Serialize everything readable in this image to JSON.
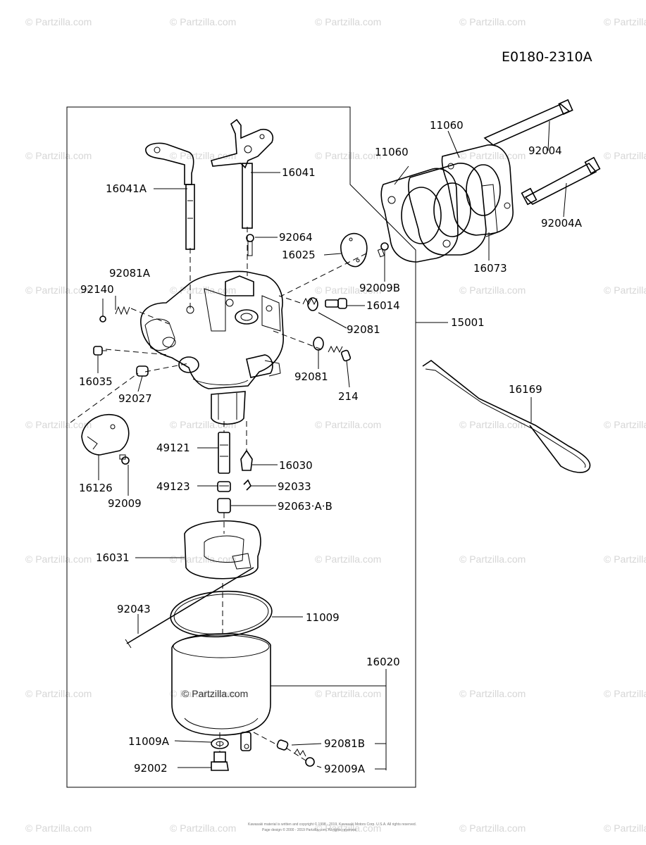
{
  "diagram_code": "E0180-2310A",
  "watermark_text": "© Partzilla.com",
  "center_watermark": "© Partzilla.com",
  "copyright_line1": "Kawasaki material is written and copyright © 1998 - 2019, Kawasaki Motors Corp. U.S.A. All rights reserved.",
  "copyright_line2": "Page design © 2000 - 2019 Partzilla.com. All rights reserved.",
  "parts": [
    {
      "id": "16041A",
      "label": "16041A"
    },
    {
      "id": "16041",
      "label": "16041"
    },
    {
      "id": "92064",
      "label": "92064"
    },
    {
      "id": "16025",
      "label": "16025"
    },
    {
      "id": "92009B",
      "label": "92009B"
    },
    {
      "id": "92081A",
      "label": "92081A"
    },
    {
      "id": "92140",
      "label": "92140"
    },
    {
      "id": "16014",
      "label": "16014"
    },
    {
      "id": "92081",
      "label": "92081"
    },
    {
      "id": "92081-b",
      "label": "92081"
    },
    {
      "id": "15001",
      "label": "15001"
    },
    {
      "id": "16035",
      "label": "16035"
    },
    {
      "id": "92027",
      "label": "92027"
    },
    {
      "id": "214",
      "label": "214"
    },
    {
      "id": "49121",
      "label": "49121"
    },
    {
      "id": "16030",
      "label": "16030"
    },
    {
      "id": "49123",
      "label": "49123"
    },
    {
      "id": "92033",
      "label": "92033"
    },
    {
      "id": "92063",
      "label": "92063·A·B"
    },
    {
      "id": "16126",
      "label": "16126"
    },
    {
      "id": "92009",
      "label": "92009"
    },
    {
      "id": "16031",
      "label": "16031"
    },
    {
      "id": "92043",
      "label": "92043"
    },
    {
      "id": "11009",
      "label": "11009"
    },
    {
      "id": "16020",
      "label": "16020"
    },
    {
      "id": "11009A",
      "label": "11009A"
    },
    {
      "id": "92081B",
      "label": "92081B"
    },
    {
      "id": "92002",
      "label": "92002"
    },
    {
      "id": "92009A",
      "label": "92009A"
    },
    {
      "id": "11060-a",
      "label": "11060"
    },
    {
      "id": "11060-b",
      "label": "11060"
    },
    {
      "id": "92004",
      "label": "92004"
    },
    {
      "id": "92004A",
      "label": "92004A"
    },
    {
      "id": "16073",
      "label": "16073"
    },
    {
      "id": "16169",
      "label": "16169"
    }
  ]
}
